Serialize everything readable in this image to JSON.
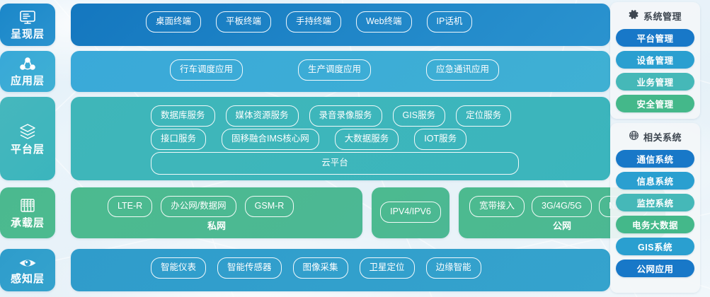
{
  "layers": [
    {
      "id": "presentation",
      "label": "呈现层",
      "icon": "monitor-icon",
      "chip_color": "#1b87c9",
      "band_color_from": "#1477bf",
      "band_color_to": "#2a93cf",
      "items": [
        "桌面终端",
        "平板终端",
        "手持终端",
        "Web终端",
        "IP话机"
      ]
    },
    {
      "id": "application",
      "label": "应用层",
      "icon": "network-nodes-icon",
      "chip_color": "#38a8d8",
      "band_color_from": "#3aa9d9",
      "band_color_to": "#3fb0d3",
      "items": [
        "行车调度应用",
        "生产调度应用",
        "应急通讯应用"
      ]
    },
    {
      "id": "platform",
      "label": "平台层",
      "icon": "layers-icon",
      "chip_color": "#46b7bd",
      "band_color_from": "#3fb6b9",
      "band_color_to": "#3bb5bd",
      "items_row1": [
        "数据库服务",
        "媒体资源服务",
        "录音录像服务",
        "GIS服务",
        "定位服务"
      ],
      "items_row2": [
        "接口服务",
        "固移融合IMS核心网",
        "大数据服务",
        "IOT服务"
      ],
      "items_row3": [
        "云平台"
      ]
    },
    {
      "id": "bearer",
      "label": "承载层",
      "icon": "server-rack-icon",
      "chip_color": "#4bb98f",
      "band_color_from": "#4cba8f",
      "band_color_to": "#4cba8f",
      "groups": [
        {
          "name": "私网",
          "items": [
            "LTE-R",
            "办公网/数据网",
            "GSM-R"
          ]
        },
        {
          "name": "",
          "items": [
            "IPV4/IPV6"
          ]
        },
        {
          "name": "公网",
          "items": [
            "宽带接入",
            "3G/4G/5G",
            "NB-IOT"
          ]
        }
      ]
    },
    {
      "id": "perception",
      "label": "感知层",
      "icon": "eye-icon",
      "chip_color": "#2e9ccb",
      "band_color_from": "#2f9ccb",
      "band_color_to": "#35a3cd",
      "items": [
        "智能仪表",
        "智能传感器",
        "图像采集",
        "卫星定位",
        "边缘智能"
      ]
    }
  ],
  "sidebar": {
    "panels": [
      {
        "id": "system-management",
        "title": "系统管理",
        "icon": "gear-icon",
        "buttons": [
          {
            "label": "平台管理",
            "color": "#1878c8"
          },
          {
            "label": "设备管理",
            "color": "#2a9fd0"
          },
          {
            "label": "业务管理",
            "color": "#45b8b8"
          },
          {
            "label": "安全管理",
            "color": "#44b88a"
          }
        ]
      },
      {
        "id": "related-systems",
        "title": "相关系统",
        "icon": "globe-icon",
        "buttons": [
          {
            "label": "通信系统",
            "color": "#1878c8"
          },
          {
            "label": "信息系统",
            "color": "#2a9fd0"
          },
          {
            "label": "监控系统",
            "color": "#45b8b8"
          },
          {
            "label": "电务大数据",
            "color": "#44b88a"
          },
          {
            "label": "GIS系统",
            "color": "#2a9fd0"
          },
          {
            "label": "公网应用",
            "color": "#1878c8"
          }
        ]
      }
    ]
  }
}
